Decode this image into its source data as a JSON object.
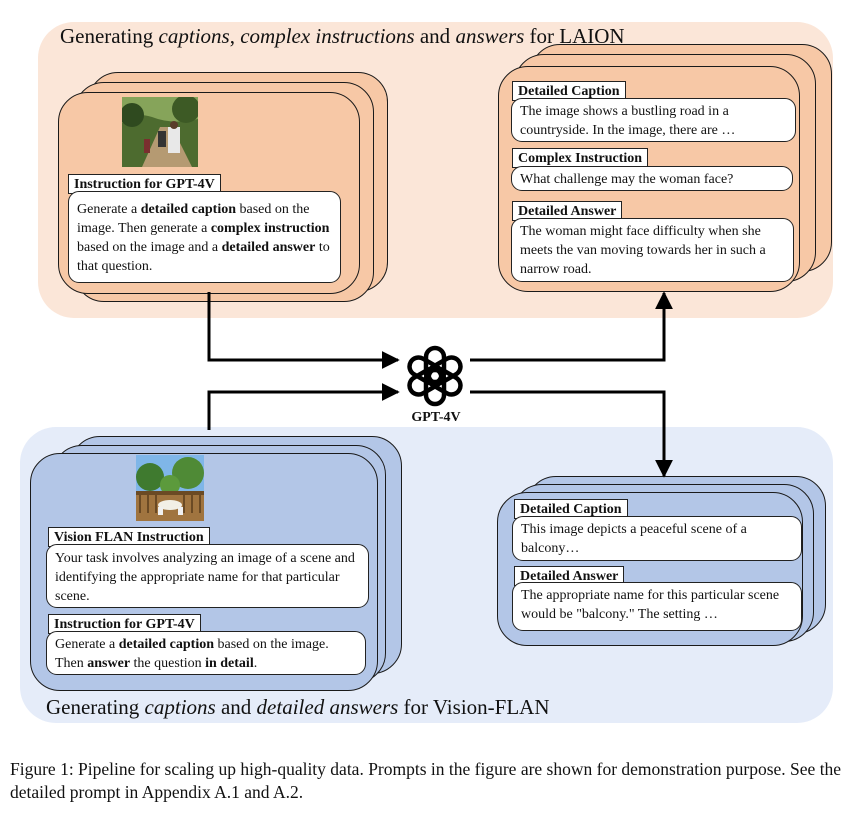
{
  "laion": {
    "title_parts": [
      {
        "text": "Generating ",
        "i": false
      },
      {
        "text": "captions",
        "i": true
      },
      {
        "text": ", ",
        "i": false
      },
      {
        "text": "complex instructions",
        "i": true
      },
      {
        "text": " and ",
        "i": false
      },
      {
        "text": "answers",
        "i": true
      },
      {
        "text": " for LAION",
        "i": false
      }
    ],
    "instruction_label": "Instruction for GPT-4V",
    "instruction_parts": [
      {
        "text": "Generate a ",
        "b": false
      },
      {
        "text": "detailed caption",
        "b": true
      },
      {
        "text": " based on the image. Then generate a ",
        "b": false
      },
      {
        "text": "complex instruction",
        "b": true
      },
      {
        "text": " based on the image and a ",
        "b": false
      },
      {
        "text": "detailed answer",
        "b": true
      },
      {
        "text": " to that question.",
        "b": false
      }
    ],
    "out": {
      "caption_label": "Detailed Caption",
      "caption_text": "The image shows a bustling road in a countryside. In the image, there are …",
      "instruction_label": "Complex Instruction",
      "instruction_text": "What challenge may the woman face?",
      "answer_label": "Detailed Answer",
      "answer_text": "The woman might face difficulty when she meets the van moving towards her in such a narrow road."
    }
  },
  "gpt": {
    "label": "GPT-4V",
    "icon": "openai-logo-icon"
  },
  "flan": {
    "title_parts": [
      {
        "text": "Generating ",
        "i": false
      },
      {
        "text": "captions",
        "i": true
      },
      {
        "text": " and ",
        "i": false
      },
      {
        "text": "detailed answers",
        "i": true
      },
      {
        "text": " for Vision-FLAN",
        "i": false
      }
    ],
    "vf_label": "Vision FLAN Instruction",
    "vf_text": "Your task involves analyzing an image of a scene and identifying the appropriate name for that particular scene.",
    "gpt_label": "Instruction for GPT-4V",
    "gpt_parts": [
      {
        "text": "Generate a ",
        "b": false
      },
      {
        "text": "detailed caption",
        "b": true
      },
      {
        "text": " based on the image. Then ",
        "b": false
      },
      {
        "text": "answer",
        "b": true
      },
      {
        "text": " the question ",
        "b": false
      },
      {
        "text": "in detail",
        "b": true
      },
      {
        "text": ".",
        "b": false
      }
    ],
    "out": {
      "caption_label": "Detailed Caption",
      "caption_text": "This image depicts a peaceful scene of a balcony…",
      "answer_label": "Detailed Answer",
      "answer_text": "The appropriate name for this particular scene would be \"balcony.\" The setting …"
    }
  },
  "caption": "Figure 1: Pipeline for scaling up high-quality data. Prompts in the figure are shown for demonstration purpose. See the detailed prompt in Appendix A.1 and A.2.",
  "colors": {
    "laion_bg": "#fbe6d8",
    "laion_card": "#f7c8a6",
    "flan_bg": "#e5ecf9",
    "flan_card": "#b3c6e7"
  }
}
